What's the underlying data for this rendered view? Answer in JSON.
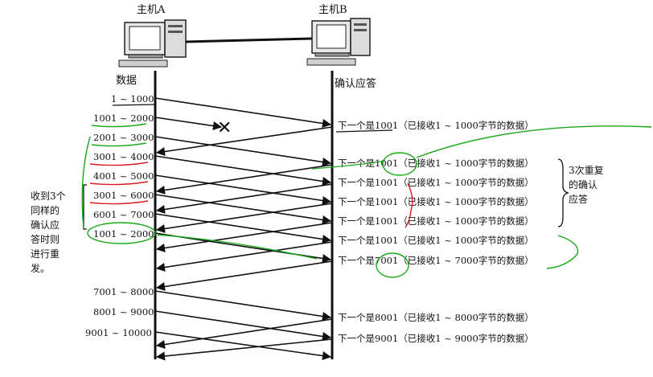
{
  "hostA": {
    "label": "主机A",
    "column_label": "数据"
  },
  "hostB": {
    "label": "主机B",
    "column_label": "确认应答"
  },
  "segments": [
    "1 ~ 1000",
    "1001 ~ 2000",
    "2001 ~ 3000",
    "3001 ~ 4000",
    "4001 ~ 5000",
    "3001 ~ 6000",
    "6001 ~ 7000",
    "1001 ~ 2000",
    "7001 ~ 8000",
    "8001 ~ 9000",
    "9001 ~ 10000"
  ],
  "acks": [
    "下一个是1001（已接收1 ~ 1000字节的数据）",
    "下一个是1001（已接收1 ~ 1000字节的数据）",
    "下一个是1001（已接收1 ~ 1000字节的数据）",
    "下一个是1001（已接收1 ~ 1000字节的数据）",
    "下一个是1001（已接收1 ~ 1000字节的数据）",
    "下一个是1001（已接收1 ~ 1000字节的数据）",
    "下一个是7001（已接收1 ~ 7000字节的数据）",
    "下一个是8001（已接收1 ~ 8000字节的数据）",
    "下一个是9001（已接收1 ~ 9000字节的数据）"
  ],
  "lost_marker": "✕",
  "left_note": [
    "收到3个",
    "同样的",
    "确认应",
    "答时则",
    "进行重",
    "发。"
  ],
  "right_note": [
    "3次重复",
    "的确认",
    "应答"
  ]
}
